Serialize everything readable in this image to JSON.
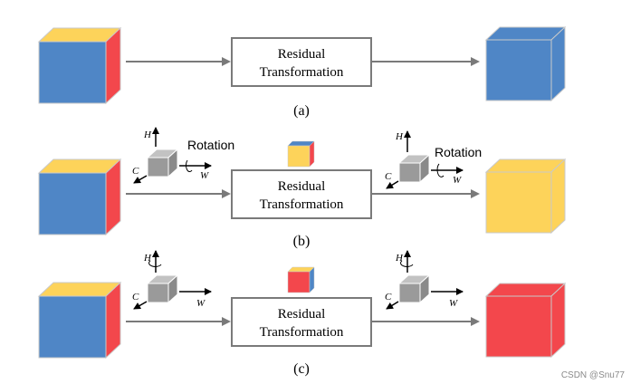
{
  "colors": {
    "blue": "#4f86c6",
    "yellow": "#fdd35a",
    "red": "#f3474c",
    "gray": "#9a9a9a",
    "line": "#7a7a7a",
    "box_border": "#7a7a7a"
  },
  "panels": [
    {
      "id": "a",
      "caption": "(a)",
      "block_label_line1": "Residual",
      "block_label_line2": "Transformation",
      "input_cube": {
        "front": "blue",
        "top": "yellow",
        "side": "red"
      },
      "output_cube": {
        "front": "blue",
        "top": "blue",
        "side": "blue"
      },
      "has_rotation": false
    },
    {
      "id": "b",
      "caption": "(b)",
      "block_label_line1": "Residual",
      "block_label_line2": "Transformation",
      "input_cube": {
        "front": "blue",
        "top": "yellow",
        "side": "red"
      },
      "small_cube": {
        "front": "yellow",
        "top": "blue",
        "side": "red"
      },
      "output_cube": {
        "front": "yellow",
        "top": "yellow",
        "side": "yellow"
      },
      "has_rotation": true,
      "rotation_label": "Rotation",
      "axis_labels": {
        "h": "H",
        "c": "C",
        "w": "W"
      }
    },
    {
      "id": "c",
      "caption": "(c)",
      "block_label_line1": "Residual",
      "block_label_line2": "Transformation",
      "input_cube": {
        "front": "blue",
        "top": "yellow",
        "side": "red"
      },
      "small_cube": {
        "front": "red",
        "top": "yellow",
        "side": "blue"
      },
      "output_cube": {
        "front": "red",
        "top": "red",
        "side": "red"
      },
      "has_rotation": true,
      "rotation_label": "",
      "axis_labels": {
        "h": "H",
        "c": "C",
        "w": "W"
      }
    }
  ],
  "watermark": "CSDN @Snu77"
}
